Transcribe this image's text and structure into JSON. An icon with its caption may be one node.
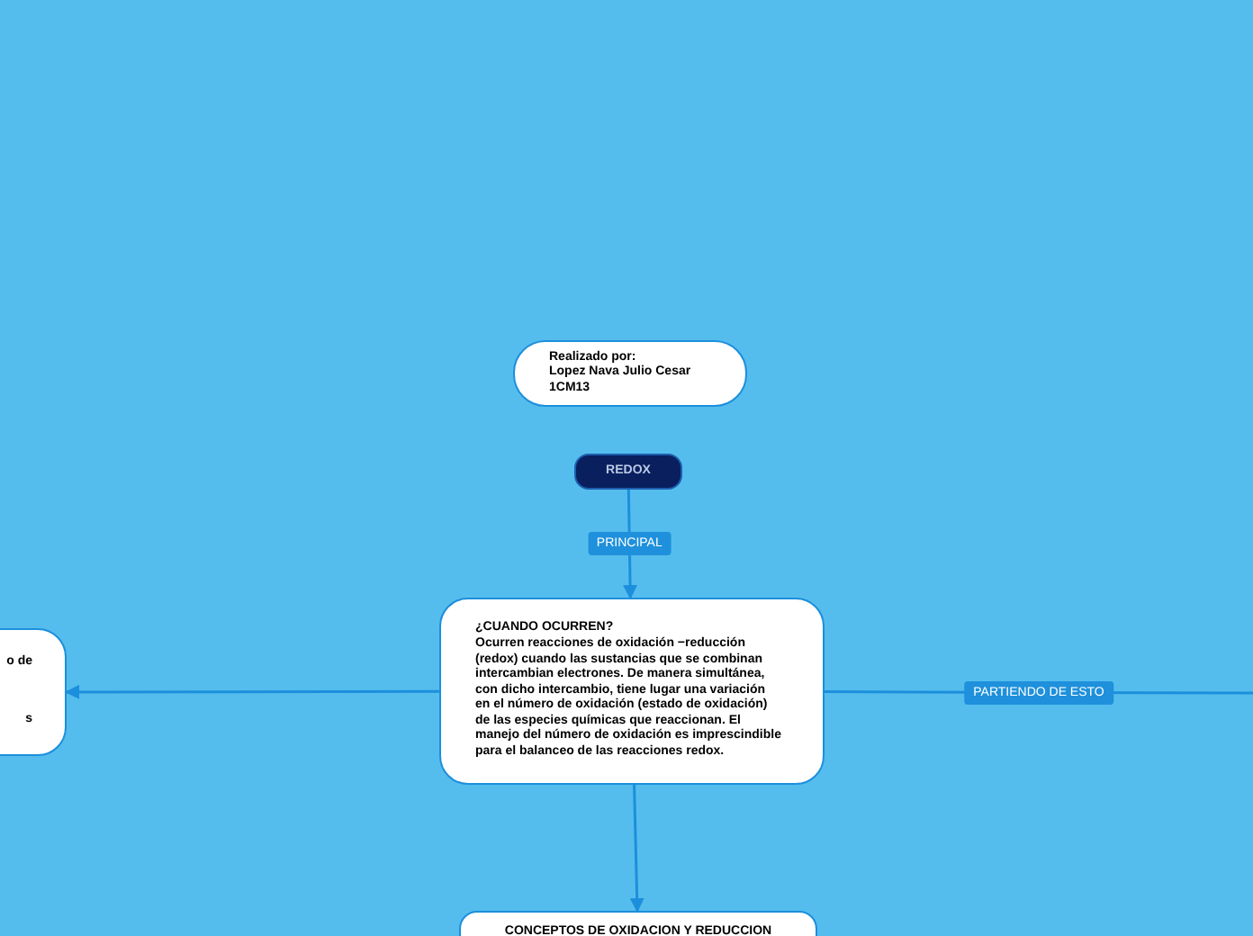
{
  "diagram": {
    "nodes": [
      {
        "text": [
          "Realizado por:",
          "Lopez Nava Julio Cesar 1CM13"
        ]
      },
      {
        "text": [
          "REDOX"
        ]
      },
      {
        "text": [
          "¿CUANDO OCURREN?",
          "Ocurren reacciones de oxidación −reducción (redox) cuando las sustancias que se combinan intercambian electrones. De manera simultánea, con dicho intercambio, tiene lugar una variación en el número de oxidación (estado de oxidación) de las especies químicas que reaccionan. El manejo del número de oxidación es imprescindible para el balanceo de las reacciones redox."
        ]
      },
      {
        "text": [
          "o de",
          "s"
        ]
      },
      {
        "text": [
          "CONCEPTOS DE OXIDACION Y REDUCCION"
        ]
      }
    ],
    "edges": [
      {
        "from": 1,
        "to": 2,
        "arrow": "to",
        "label": "PRINCIPAL"
      },
      {
        "from": 2,
        "to": 3,
        "arrow": "to"
      },
      {
        "from": 2,
        "to": null,
        "arrow": "none",
        "label": "PARTIENDO DE ESTO"
      },
      {
        "from": 2,
        "to": 4,
        "arrow": "to"
      }
    ]
  }
}
